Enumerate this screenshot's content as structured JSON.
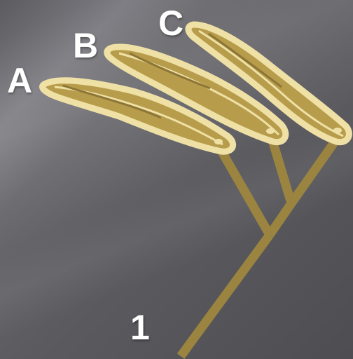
{
  "labels": {
    "a": "A",
    "b": "B",
    "c": "C",
    "root": "1"
  },
  "colors": {
    "branch": "#9a8440",
    "leaf_outline": "#efe1a6",
    "leaf_fill": "#b79d4b",
    "background": "#5e5e63"
  }
}
